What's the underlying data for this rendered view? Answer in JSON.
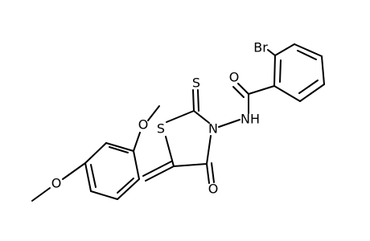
{
  "molecule": {
    "atoms": {
      "br": "Br",
      "o_amide": "O",
      "nh": "NH",
      "n_ring": "N",
      "s_thione": "S",
      "s_ring": "S",
      "o_ring": "O",
      "o_methoxy_top": "O",
      "o_methoxy_left": "O"
    }
  },
  "colors": {
    "bond": "#000000",
    "label": "#000000",
    "background": "#ffffff"
  }
}
